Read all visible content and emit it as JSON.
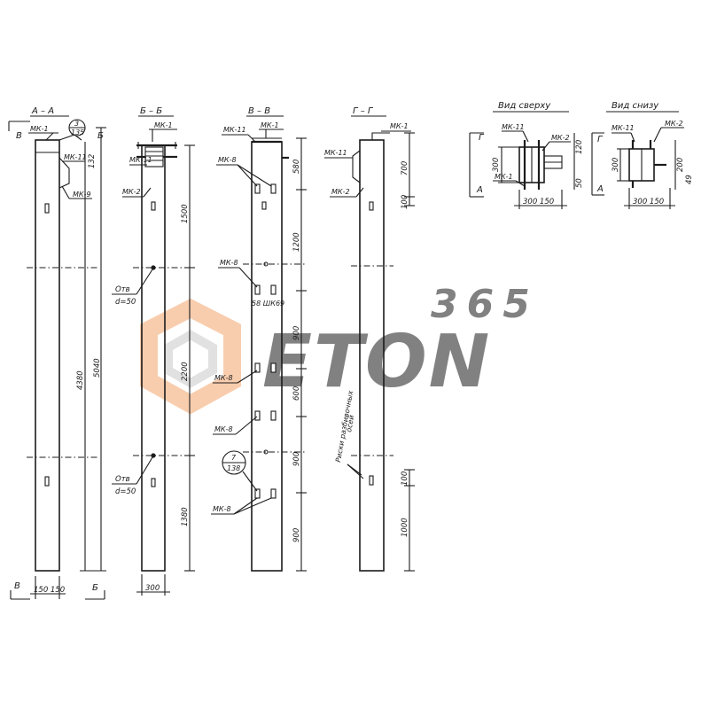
{
  "sections": {
    "aa": {
      "title": "А – А",
      "cut_top": "В",
      "cut_bottom": "В",
      "circle_top": "3",
      "circle_bottom": "135",
      "width_dim": "150 150",
      "marks": [
        "МК-1",
        "МК-11",
        "МК-9"
      ],
      "dims": [
        "132",
        "4380",
        "5040"
      ]
    },
    "bb": {
      "title": "Б – Б",
      "cut_mark": "Б",
      "width_dim": "300",
      "marks": [
        "МК-1",
        "МК-11",
        "МК-2"
      ],
      "holes": [
        "Отв",
        "d=50",
        "Отв",
        "d=50"
      ],
      "dims": [
        "1500",
        "2200",
        "1380"
      ]
    },
    "vv": {
      "title": "В – В",
      "marks": [
        "МК-11",
        "МК-1",
        "МК-8",
        "МК-8",
        "МК-8",
        "МК-8",
        "МК-8"
      ],
      "note": "58 ШК69",
      "circle_top": "7",
      "circle_bottom": "138",
      "dims": [
        "580",
        "1200",
        "900",
        "600",
        "900",
        "900"
      ]
    },
    "gg": {
      "title": "Г – Г",
      "marks": [
        "МК-1",
        "МК-11",
        "МК-2"
      ],
      "note_line1": "Риски разбивочных",
      "note_line2": "осей",
      "dims": [
        "700",
        "100",
        "100",
        "1000"
      ]
    }
  },
  "views": {
    "top": {
      "title": "Вид сверху",
      "marks": [
        "МК-11",
        "МК-2",
        "МК-1"
      ],
      "cut_g": "Г",
      "cut_a": "А",
      "dims": [
        "300",
        "120",
        "50",
        "300 150"
      ]
    },
    "bottom": {
      "title": "Вид снизу",
      "marks": [
        "МК-11",
        "МК-2"
      ],
      "cut_g": "Г",
      "cut_a": "А",
      "dims": [
        "300",
        "200",
        "49",
        "300 150"
      ]
    }
  },
  "watermark": {
    "digits": "365",
    "word": "ETON",
    "color_accent": "#f4a56c",
    "color_gray": "#c9c9c9"
  }
}
